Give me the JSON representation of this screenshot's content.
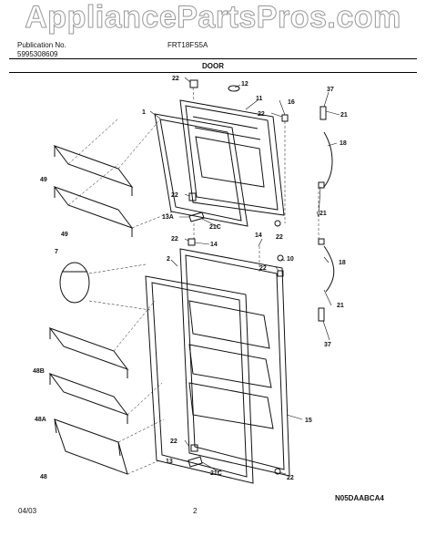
{
  "watermark": "AppliancePartsPros.com",
  "header": {
    "publication_label": "Publication No.",
    "publication_number": "5995308609",
    "model": "FRT18FS5A"
  },
  "section_title": "DOOR",
  "footer": {
    "date": "04/03",
    "page": "2",
    "code": "N05DAABCA4"
  },
  "callouts": [
    "1",
    "2",
    "7",
    "10",
    "11",
    "12",
    "13",
    "13A",
    "14",
    "15",
    "16",
    "18",
    "21",
    "21C",
    "22",
    "37",
    "48",
    "48A",
    "48B",
    "49"
  ]
}
